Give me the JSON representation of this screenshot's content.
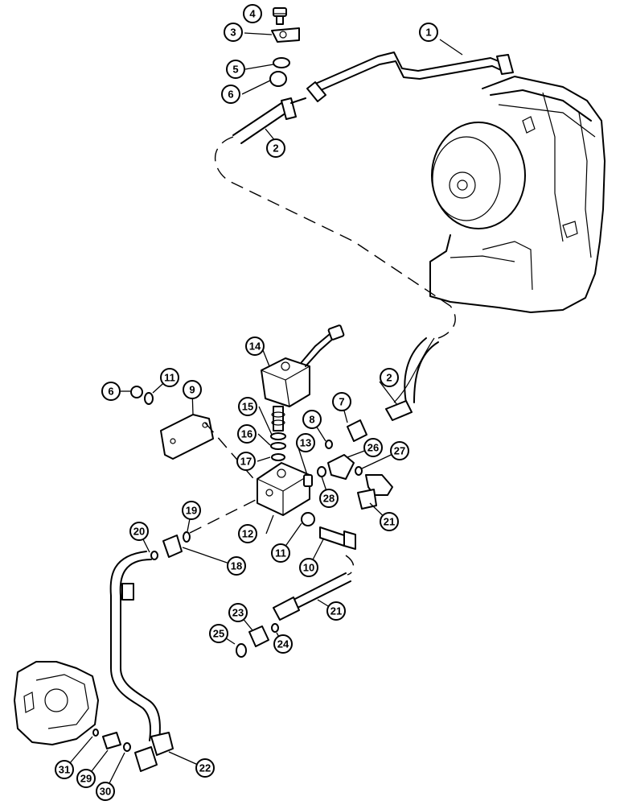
{
  "callouts": [
    {
      "id": "c1",
      "label": "1"
    },
    {
      "id": "c2a",
      "label": "2"
    },
    {
      "id": "c2b",
      "label": "2"
    },
    {
      "id": "c3",
      "label": "3"
    },
    {
      "id": "c4",
      "label": "4"
    },
    {
      "id": "c5",
      "label": "5"
    },
    {
      "id": "c6a",
      "label": "6"
    },
    {
      "id": "c6b",
      "label": "6"
    },
    {
      "id": "c7",
      "label": "7"
    },
    {
      "id": "c8",
      "label": "8"
    },
    {
      "id": "c9",
      "label": "9"
    },
    {
      "id": "c10",
      "label": "10"
    },
    {
      "id": "c11a",
      "label": "11"
    },
    {
      "id": "c11b",
      "label": "11"
    },
    {
      "id": "c12",
      "label": "12"
    },
    {
      "id": "c13",
      "label": "13"
    },
    {
      "id": "c14",
      "label": "14"
    },
    {
      "id": "c15",
      "label": "15"
    },
    {
      "id": "c16",
      "label": "16"
    },
    {
      "id": "c17",
      "label": "17"
    },
    {
      "id": "c18",
      "label": "18"
    },
    {
      "id": "c19",
      "label": "19"
    },
    {
      "id": "c20",
      "label": "20"
    },
    {
      "id": "c21a",
      "label": "21"
    },
    {
      "id": "c21b",
      "label": "21"
    },
    {
      "id": "c22",
      "label": "22"
    },
    {
      "id": "c23",
      "label": "23"
    },
    {
      "id": "c24",
      "label": "24"
    },
    {
      "id": "c25",
      "label": "25"
    },
    {
      "id": "c26",
      "label": "26"
    },
    {
      "id": "c27",
      "label": "27"
    },
    {
      "id": "c28",
      "label": "28"
    },
    {
      "id": "c29",
      "label": "29"
    },
    {
      "id": "c30",
      "label": "30"
    },
    {
      "id": "c31",
      "label": "31"
    }
  ]
}
